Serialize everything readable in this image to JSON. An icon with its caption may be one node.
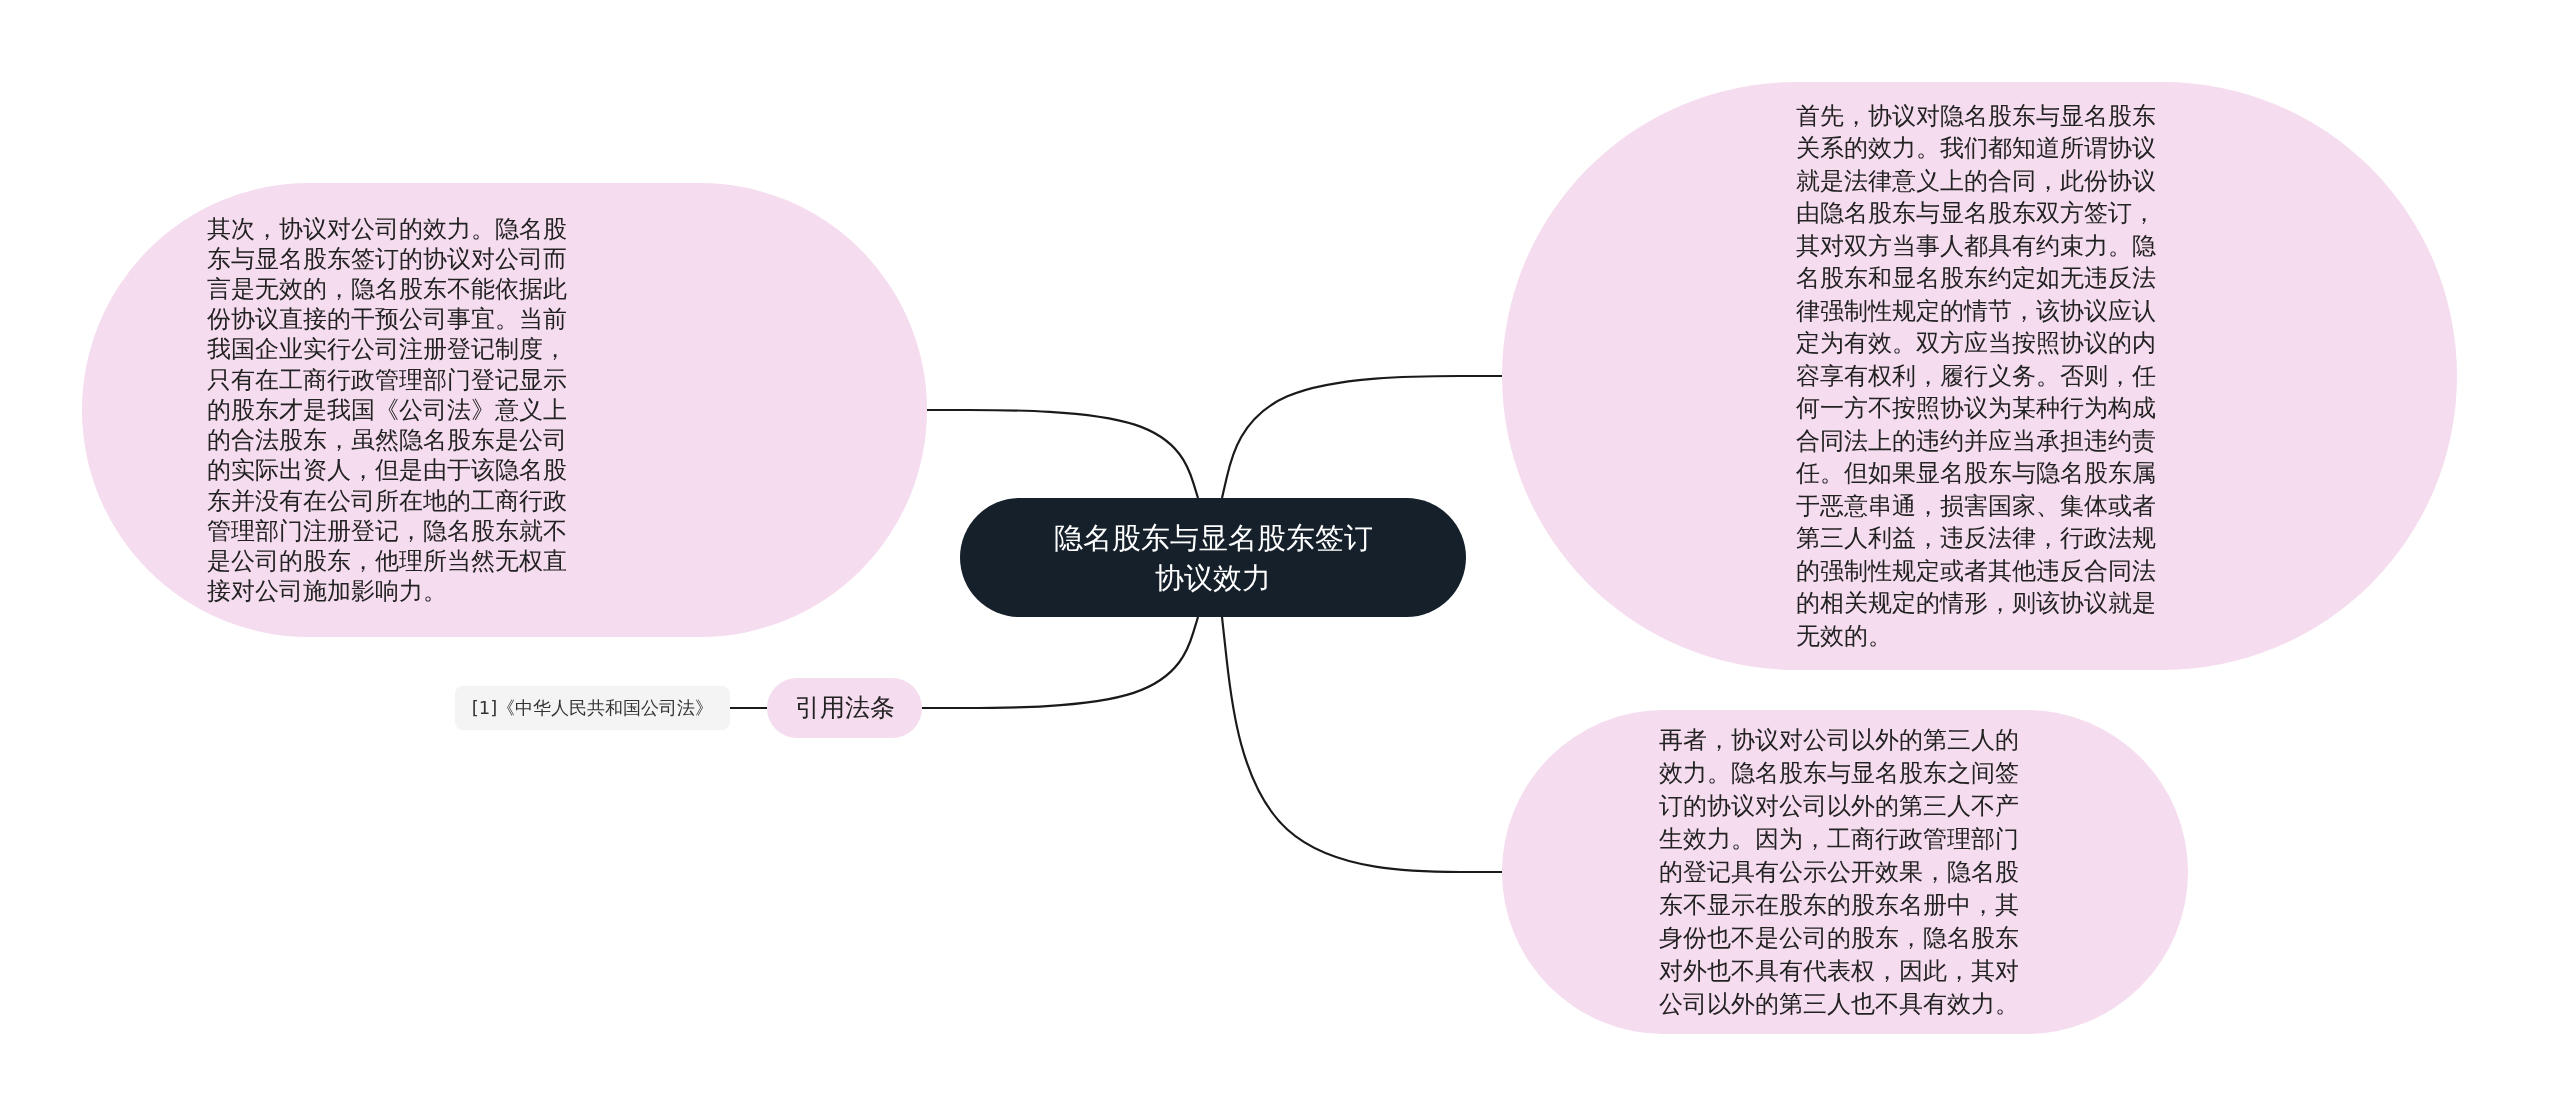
{
  "diagram": {
    "nodes": [
      {
        "text": [
          "隐名股东与显名股东签订协议效力"
        ]
      },
      {
        "text": [
          "首先，协议对隐名股东与显名股东关系的效力。我们都知道所谓协议就是法律意义上的合同，此份协议由隐名股东与显名股东双方签订，其对双方当事人都具有约束力。隐名股东和显名股东约定如无违反法律强制性规定的情节，该协议应认定为有效。双方应当按照协议的内容享有权利，履行义务。否则，任何一方不按照协议为某种行为构成合同法上的违约并应当承担违约责任。但如果显名股东与隐名股东属于恶意串通，损害国家、集体或者第三人利益，违反法律，行政法规的强制性规定或者其他违反合同法的相关规定的情形，则该协议就是无效的。"
        ]
      },
      {
        "text": [
          "再者，协议对公司以外的第三人的效力。隐名股东与显名股东之间签订的协议对公司以外的第三人不产生效力。因为，工商行政管理部门的登记具有公示公开效果，隐名股东不显示在股东的股东名册中，其身份也不是公司的股东，隐名股东对外也不具有代表权，因此，其对公司以外的第三人也不具有效力。"
        ]
      },
      {
        "text": [
          "其次，协议对公司的效力。隐名股东与显名股东签订的协议对公司而言是无效的，隐名股东不能依据此份协议直接的干预公司事宜。当前我国企业实行公司注册登记制度，只有在工商行政管理部门登记显示的股东才是我国《公司法》意义上的合法股东，虽然隐名股东是公司的实际出资人，但是由于该隐名股东并没有在公司所在地的工商行政管理部门注册登记，隐名股东就不是公司的股东，他理所当然无权直接对公司施加影响力。"
        ]
      },
      {
        "text": [
          "引用法条"
        ]
      },
      {
        "text": [
          "[1]《中华人民共和国公司法》"
        ]
      }
    ],
    "edges": [
      {
        "from": 0,
        "to": 1,
        "arrow": "none"
      },
      {
        "from": 0,
        "to": 2,
        "arrow": "none"
      },
      {
        "from": 0,
        "to": 3,
        "arrow": "none"
      },
      {
        "from": 0,
        "to": 4,
        "arrow": "none"
      },
      {
        "from": 4,
        "to": 5,
        "arrow": "none"
      }
    ]
  }
}
